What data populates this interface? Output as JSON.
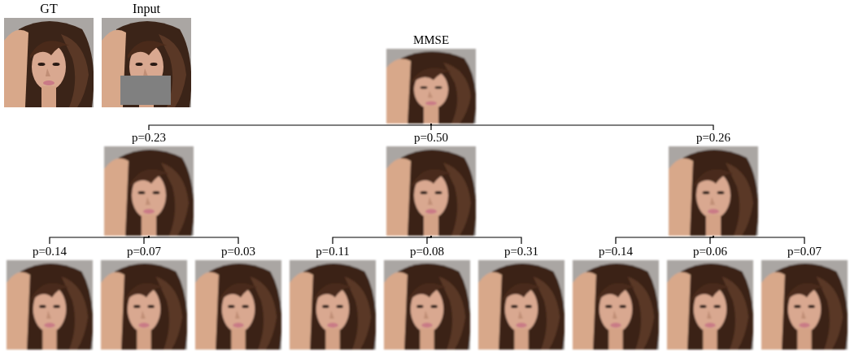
{
  "diagram": {
    "nodes": [
      {
        "text": [
          "GT"
        ]
      },
      {
        "text": [
          "Input"
        ]
      },
      {
        "text": [
          "MMSE"
        ]
      },
      {
        "text": [
          "p=0.23"
        ]
      },
      {
        "text": [
          "p=0.50"
        ]
      },
      {
        "text": [
          "p=0.26"
        ]
      },
      {
        "text": [
          "p=0.14"
        ]
      },
      {
        "text": [
          "p=0.07"
        ]
      },
      {
        "text": [
          "p=0.03"
        ]
      },
      {
        "text": [
          "p=0.11"
        ]
      },
      {
        "text": [
          "p=0.08"
        ]
      },
      {
        "text": [
          "p=0.31"
        ]
      },
      {
        "text": [
          "p=0.14"
        ]
      },
      {
        "text": [
          "p=0.06"
        ]
      },
      {
        "text": [
          "p=0.07"
        ]
      }
    ],
    "edges": [
      {
        "from": 2,
        "to": 3,
        "arrow": "none"
      },
      {
        "from": 2,
        "to": 4,
        "arrow": "none"
      },
      {
        "from": 2,
        "to": 5,
        "arrow": "none"
      },
      {
        "from": 3,
        "to": 6,
        "arrow": "none"
      },
      {
        "from": 3,
        "to": 7,
        "arrow": "none"
      },
      {
        "from": 3,
        "to": 8,
        "arrow": "none"
      },
      {
        "from": 4,
        "to": 9,
        "arrow": "none"
      },
      {
        "from": 4,
        "to": 10,
        "arrow": "none"
      },
      {
        "from": 4,
        "to": 11,
        "arrow": "none"
      },
      {
        "from": 5,
        "to": 12,
        "arrow": "none"
      },
      {
        "from": 5,
        "to": 13,
        "arrow": "none"
      },
      {
        "from": 5,
        "to": 14,
        "arrow": "none"
      }
    ]
  }
}
